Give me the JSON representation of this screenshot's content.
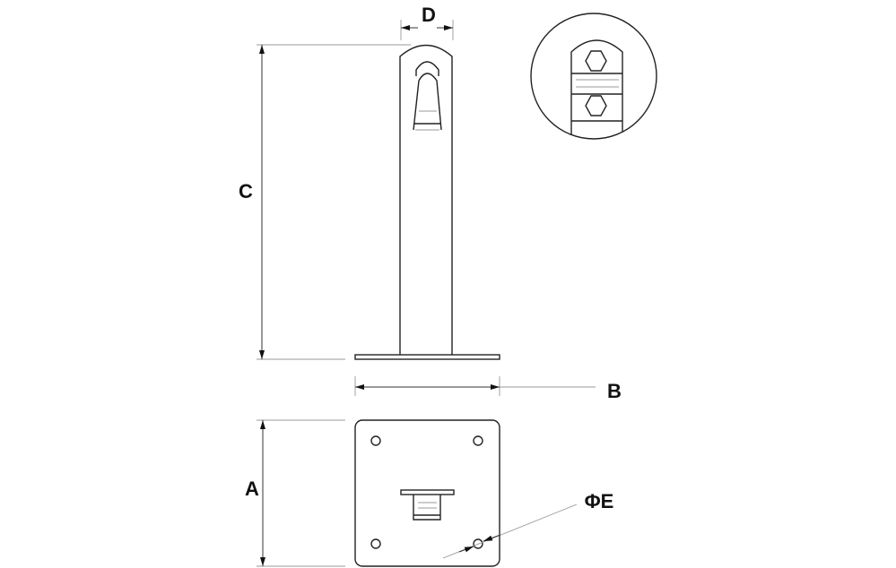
{
  "drawing": {
    "labels": {
      "a": "A",
      "b": "B",
      "c": "C",
      "d": "D",
      "e": "ΦE"
    },
    "colors": {
      "line": "#222222",
      "extension_line": "#999999"
    }
  }
}
